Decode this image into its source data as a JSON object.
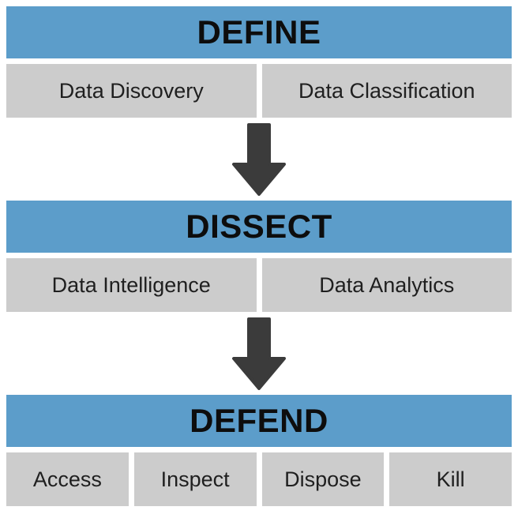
{
  "diagram": {
    "stages": [
      {
        "name": "DEFINE",
        "items": [
          "Data Discovery",
          "Data Classification"
        ]
      },
      {
        "name": "DISSECT",
        "items": [
          "Data Intelligence",
          "Data Analytics"
        ]
      },
      {
        "name": "DEFEND",
        "items": [
          "Access",
          "Inspect",
          "Dispose",
          "Kill"
        ]
      }
    ],
    "connector": "down-arrow",
    "colors": {
      "header_bg": "#5c9dca",
      "header_text": "#0d0d0d",
      "item_bg": "#cccccc",
      "item_text": "#1f1f1f",
      "arrow": "#3b3b3b"
    }
  }
}
